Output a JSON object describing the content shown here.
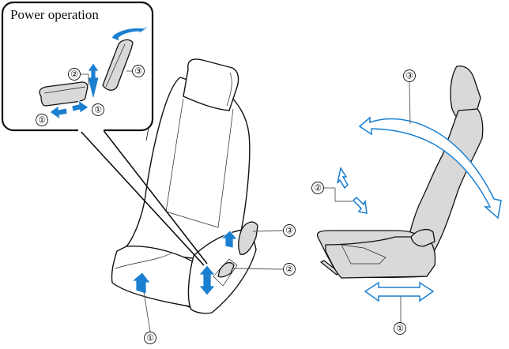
{
  "callout": {
    "title": "Power operation",
    "labels": [
      "①",
      "②",
      "③",
      "①"
    ]
  },
  "seat_front": {
    "labels": [
      "③",
      "②",
      "①"
    ]
  },
  "seat_side": {
    "labels": [
      "③",
      "②",
      "①"
    ]
  },
  "colors": {
    "arrow_blue": "#1a7fd0",
    "seat_gray": "#d9d9d9",
    "line": "#111111"
  }
}
